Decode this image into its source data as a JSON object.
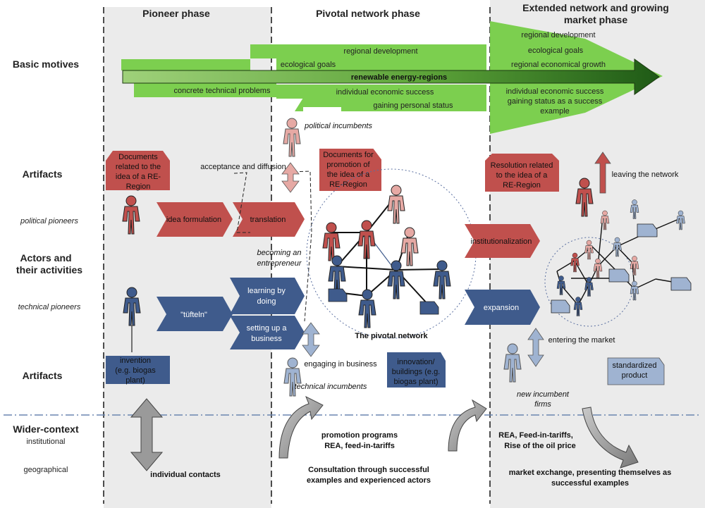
{
  "phases": {
    "pioneer": "Pioneer phase",
    "pivotal": "Pivotal network phase",
    "extended_line1": "Extended network and growing",
    "extended_line2": "market phase"
  },
  "rows": {
    "basic_motives": "Basic motives",
    "artifacts_top": "Artifacts",
    "political_pioneers": "political pioneers",
    "actors_line1": "Actors and",
    "actors_line2": "their activities",
    "technical_pioneers": "technical pioneers",
    "artifacts_bottom": "Artifacts",
    "wider_context": "Wider-context",
    "institutional": "institutional",
    "geographical": "geographical"
  },
  "motives": {
    "regional_development": "regional development",
    "ecological_goals": "ecological goals",
    "renewable": "renewable energy-regions",
    "concrete": "concrete technical problems",
    "individual_success": "individual economic success",
    "personal_status": "gaining personal status",
    "ext_regional_development": "regional development",
    "ext_ecological_goals": "ecological goals",
    "ext_regional_growth": "regional economical growth",
    "ext_individual_success": "individual economic success",
    "ext_status_line1": "gaining status as a success",
    "ext_status_line2": "example"
  },
  "artifacts": {
    "documents_idea": [
      "Documents",
      "related to the",
      "idea of a  RE-",
      "Region"
    ],
    "documents_promotion": [
      "Documents for",
      "promotion of",
      "the idea of a",
      "RE-Region"
    ],
    "resolution": [
      "Resolution related",
      "to the idea of a",
      "RE-Region"
    ],
    "invention": [
      "invention",
      "(e.g. biogas",
      "plant)"
    ],
    "innovation": [
      "innovation/",
      "buildings  (e.g.",
      "biogas plant)"
    ],
    "standardized": [
      "standardized",
      "product"
    ]
  },
  "activities": {
    "idea_formulation": "idea formulation",
    "translation": "translation",
    "tufteln": "\"tüfteln\"",
    "learning_by_doing": [
      "learning by",
      "doing"
    ],
    "setting_up": [
      "setting up a",
      "business"
    ],
    "institutionalization": "institutionalization",
    "expansion": "expansion"
  },
  "labels": {
    "acceptance": "acceptance and diffusion",
    "becoming": [
      "becoming an",
      "entrepreneur"
    ],
    "political_incumbents": "political incumbents",
    "technical_incumbents": "technical incumbents",
    "engaging": "engaging in business",
    "pivotal_network": "The pivotal network",
    "leaving": "leaving the network",
    "entering": "entering the market",
    "new_incumbent": [
      "new incumbent",
      "firms"
    ]
  },
  "context": {
    "individual_contacts": "individual contacts",
    "promotion_programs": "promotion programs",
    "rea_feed": "REA, feed-in-tariffs",
    "consultation": [
      "Consultation through successful",
      "examples and experienced actors"
    ],
    "rea_feed_ext": "REA, Feed-in-tariffs,",
    "oil_price": "Rise of the oil price",
    "market_exchange": [
      "market exchange, presenting themselves as",
      "successful examples"
    ]
  },
  "colors": {
    "political": "#c0504d",
    "political_light": "#e6a9a4",
    "technical": "#3f5b8c",
    "technical_light": "#9fb3d1",
    "motive_green": "#7ccf4f",
    "dark_green": "#2f6b1c",
    "panel_gray": "#ebebeb"
  }
}
